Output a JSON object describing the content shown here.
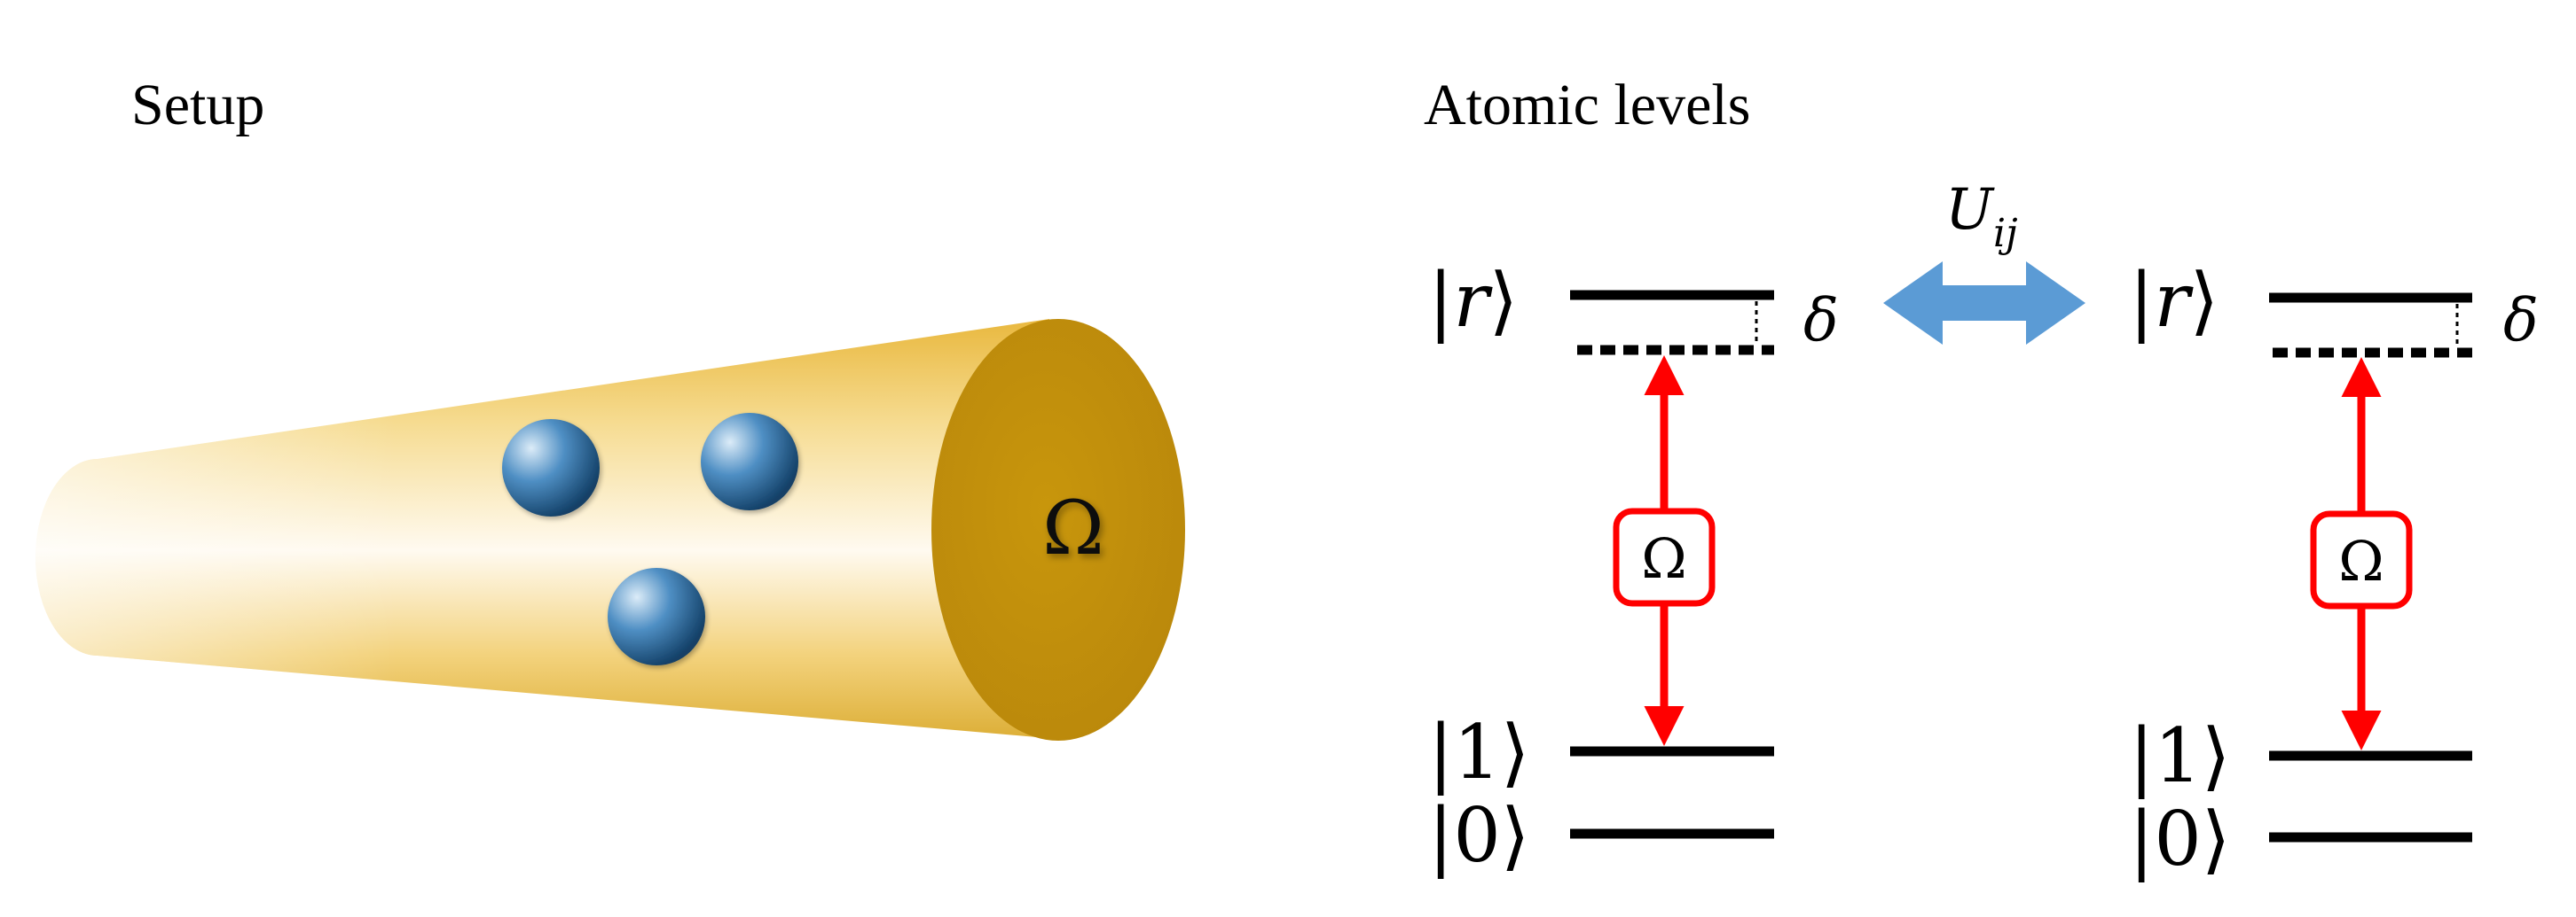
{
  "setup": {
    "title": "Setup",
    "beam_label": "Ω",
    "beam_color": "#c8960c",
    "atom_color": "#1f5f91",
    "atom_count": 3
  },
  "levels": {
    "title": "Atomic levels",
    "interaction": {
      "symbol": "U",
      "subscript": "ij",
      "arrow_color": "#5b9bd5"
    },
    "drive_color": "#ff0000",
    "atoms": [
      {
        "rydberg": "r",
        "one": "1",
        "zero": "0",
        "detuning": "δ",
        "rabi": "Ω"
      },
      {
        "rydberg": "r",
        "one": "1",
        "zero": "0",
        "detuning": "δ",
        "rabi": "Ω"
      }
    ]
  }
}
